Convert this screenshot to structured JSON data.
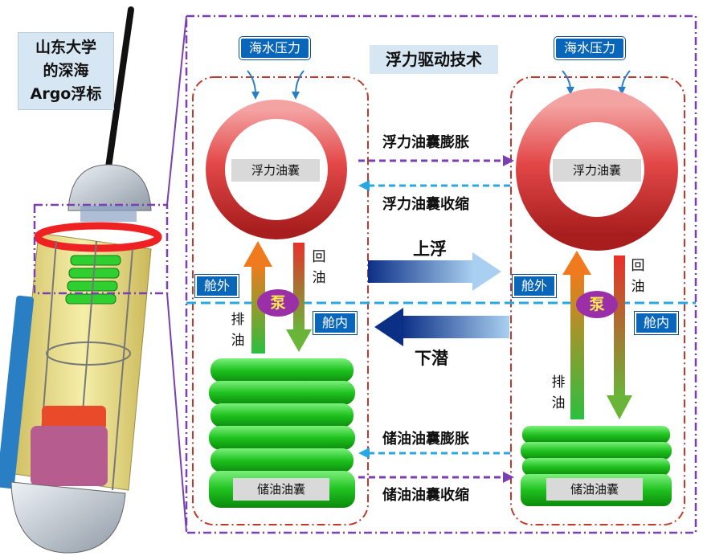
{
  "float_title": [
    "山东大学",
    "的深海",
    "Argo浮标"
  ],
  "diagram_title": "浮力驱动技术",
  "seawater_pressure": "海水压力",
  "buoyancy_bladder": "浮力油囊",
  "oil_bladder": "储油油囊",
  "outside_cabin": "舱外",
  "inside_cabin": "舱内",
  "pump": "泵",
  "return_oil": [
    "回",
    "油"
  ],
  "discharge_oil": [
    "排",
    "油"
  ],
  "buoyancy_inflate": "浮力油囊膨胀",
  "buoyancy_shrink": "浮力油囊收缩",
  "ascend": "上浮",
  "descend": "下潜",
  "oil_inflate": "储油油囊膨胀",
  "oil_shrink": "储油油囊收缩",
  "colors": {
    "frame_purple": "#7a3fb0",
    "panel_red": "#c0392b",
    "label_blue": "#0a66b8",
    "pump_purple": "#9b2fa8",
    "ring_red": "#e85a5a",
    "bellows_green": "#2ecc2e",
    "waterline": "#2aa7e0"
  }
}
